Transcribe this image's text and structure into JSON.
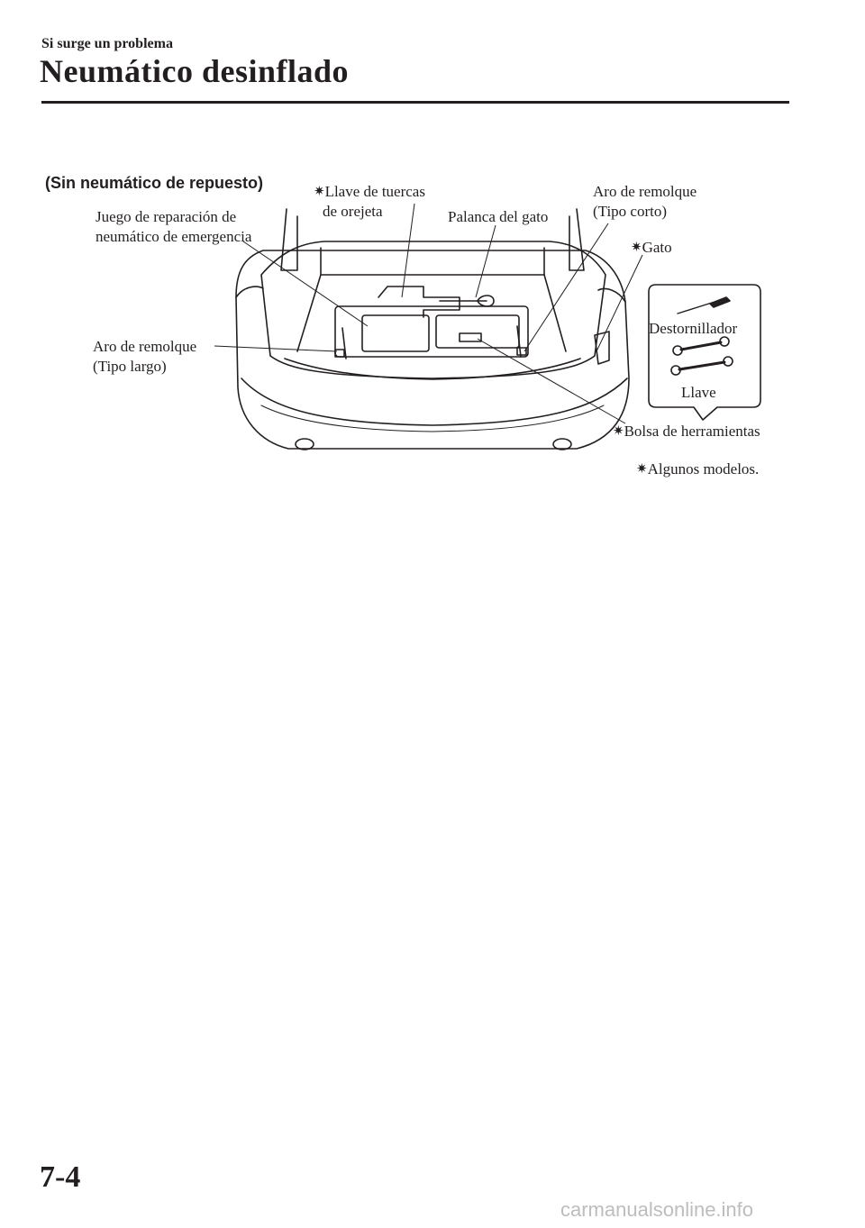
{
  "header": {
    "section": "Si surge un problema",
    "title": "Neumático desinflado"
  },
  "figure": {
    "subheading": "(Sin neumático de repuesto)",
    "labels": {
      "llave_tuercas_1": "Llave de tuercas",
      "llave_tuercas_2": "de orejeta",
      "juego_1": "Juego de reparación de",
      "juego_2": "neumático de emergencia",
      "palanca": "Palanca del gato",
      "aro_corto_1": "Aro de remolque",
      "aro_corto_2": "(Tipo corto)",
      "gato": "Gato",
      "aro_largo_1": "Aro de remolque",
      "aro_largo_2": "(Tipo largo)",
      "destornillador": "Destornillador",
      "llave": "Llave",
      "bolsa": "Bolsa de herramientas",
      "note": "Algunos modelos."
    },
    "star_symbol": "✷"
  },
  "footer": {
    "page_number": "7-4",
    "watermark": "carmanualsonline.info"
  }
}
